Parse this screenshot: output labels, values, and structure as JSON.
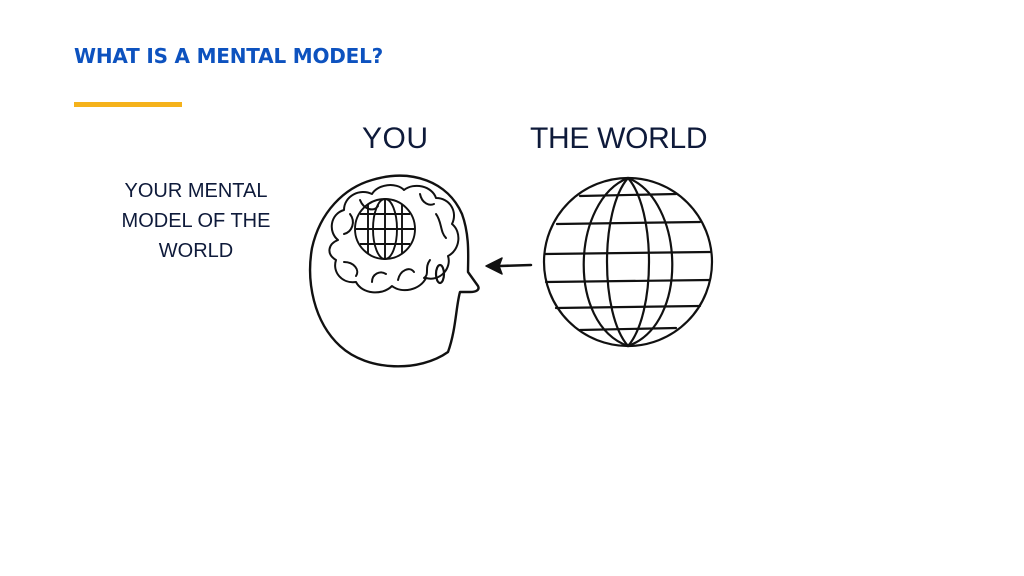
{
  "slide": {
    "title": "WHAT IS A MENTAL MODEL?",
    "accent_color": "#f5b21b",
    "title_color": "#0d52bf"
  },
  "diagram": {
    "label_you": "YOU",
    "label_world": "THE WORLD",
    "side_note_lines": [
      "YOUR MENTAL",
      "MODEL OF THE",
      "WORLD"
    ],
    "icons": [
      "head-icon",
      "brain-icon",
      "mini-globe-icon",
      "arrow-left-icon",
      "globe-icon"
    ]
  }
}
